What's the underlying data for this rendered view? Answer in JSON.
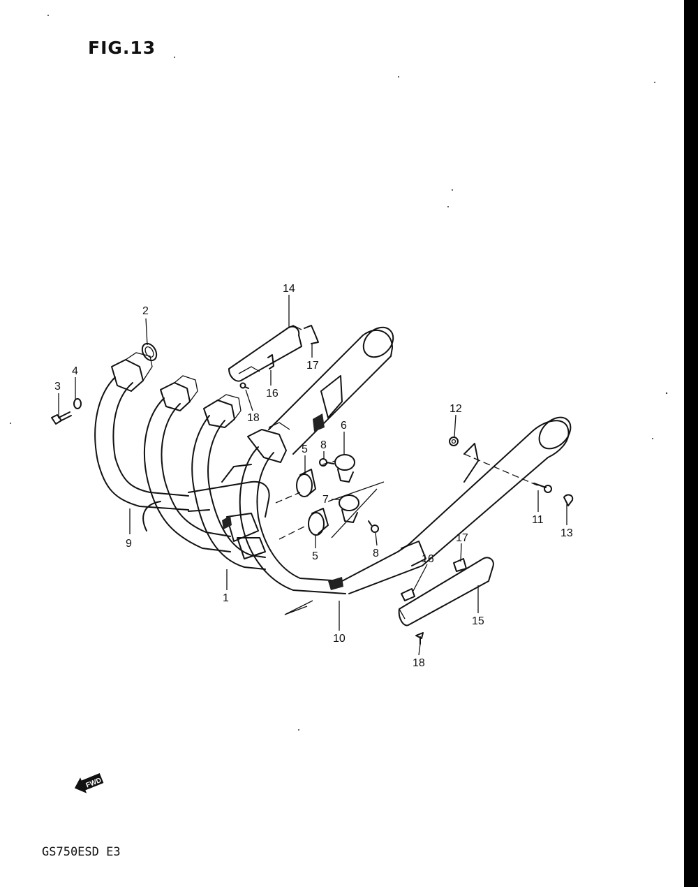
{
  "figure_title": "FIG.13",
  "model_code": "GS750ESD E3",
  "arrow_label": "FWD",
  "callouts": [
    {
      "id": "c1",
      "label": "1"
    },
    {
      "id": "c2",
      "label": "2"
    },
    {
      "id": "c3",
      "label": "3"
    },
    {
      "id": "c4",
      "label": "4"
    },
    {
      "id": "c5a",
      "label": "5"
    },
    {
      "id": "c5b",
      "label": "5"
    },
    {
      "id": "c6",
      "label": "6"
    },
    {
      "id": "c7",
      "label": "7"
    },
    {
      "id": "c8a",
      "label": "8"
    },
    {
      "id": "c8b",
      "label": "8"
    },
    {
      "id": "c9",
      "label": "9"
    },
    {
      "id": "c10",
      "label": "10"
    },
    {
      "id": "c11",
      "label": "11"
    },
    {
      "id": "c12",
      "label": "12"
    },
    {
      "id": "c13",
      "label": "13"
    },
    {
      "id": "c14",
      "label": "14"
    },
    {
      "id": "c15",
      "label": "15"
    },
    {
      "id": "c16a",
      "label": "16"
    },
    {
      "id": "c16b",
      "label": "16"
    },
    {
      "id": "c17a",
      "label": "17"
    },
    {
      "id": "c17b",
      "label": "17"
    },
    {
      "id": "c18a",
      "label": "18"
    },
    {
      "id": "c18b",
      "label": "18"
    }
  ]
}
